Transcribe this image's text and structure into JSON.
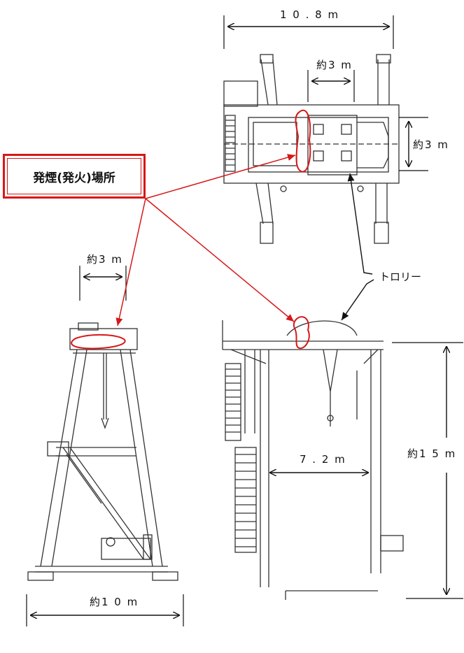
{
  "legend": {
    "label": "発煙(発火)場所"
  },
  "labels": {
    "top_width": "1 0 . 8 m",
    "top_trolley_width": "約3 m",
    "top_trolley_depth": "約3 m",
    "trolley": "トロリー",
    "side_top_width": "約3 m",
    "side_base_width": "約1 0 m",
    "front_height": "約1 5 m",
    "front_inner_width": "7 . 2 m"
  },
  "colors": {
    "accent": "#d61818",
    "ink": "#222222"
  }
}
